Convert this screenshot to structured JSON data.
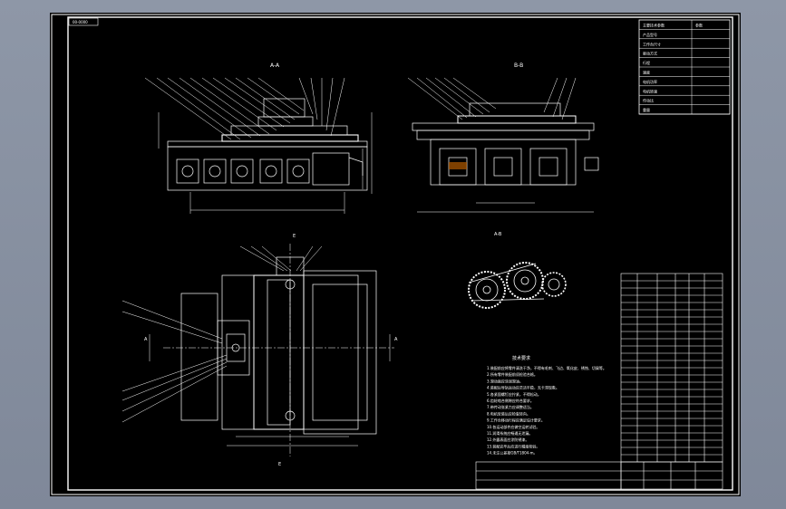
{
  "drawing": {
    "corner_tag": "00-0000",
    "view_labels": {
      "front": "A-A",
      "side": "B-B",
      "detail": "A-B",
      "marker_a": "A",
      "marker_e": "E"
    },
    "tech_title": "技术要求",
    "tech_lines": [
      "1.装配前应将零件清洗干净，不得有毛刺、飞边、氧化皮、锈蚀、切屑等。",
      "2.所有零件装配前须检验合格。",
      "3.滑动面应涂润滑油。",
      "4.装配后导轨运动应灵活平稳，无卡滞现象。",
      "5.各紧固螺钉应拧紧，不得松动。",
      "6.齿轮啮合侧隙应符合要求。",
      "7.带传动张紧力应调整适当。",
      "8.电机安装后应检查转向。",
      "9.工作台移动行程应满足设计要求。",
      "10.各运动部件应做空运转试验。",
      "11.润滑系统应畅通无泄漏。",
      "12.外露表面应涂防锈漆。",
      "13.装配完毕后应进行精度检验。",
      "14.未注公差按GB/T1804-m。"
    ],
    "params_table": [
      {
        "k": "主要技术参数",
        "v": "参数"
      },
      {
        "k": "产品型号",
        "v": ""
      },
      {
        "k": "工作台尺寸",
        "v": ""
      },
      {
        "k": "驱动方式",
        "v": ""
      },
      {
        "k": "行程",
        "v": ""
      },
      {
        "k": "速度",
        "v": ""
      },
      {
        "k": "电机功率",
        "v": ""
      },
      {
        "k": "电机转速",
        "v": ""
      },
      {
        "k": "传动比",
        "v": ""
      },
      {
        "k": "重量",
        "v": ""
      }
    ],
    "title_block": {
      "drawing_name": "",
      "company": ""
    }
  }
}
